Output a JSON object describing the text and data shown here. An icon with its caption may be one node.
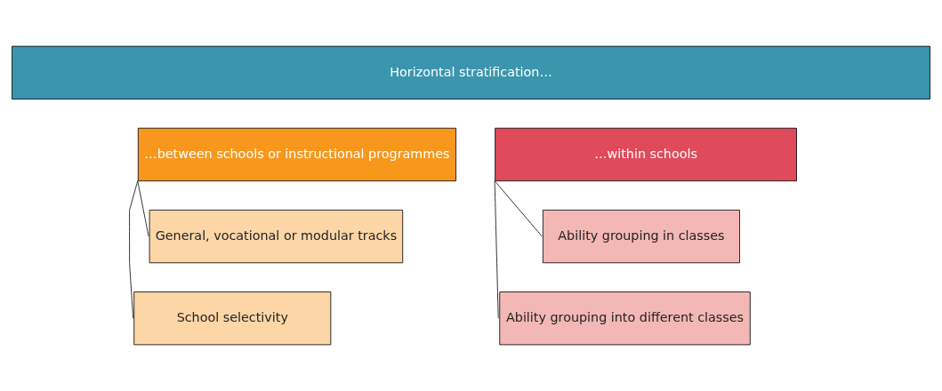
{
  "diagram": {
    "nodes": [
      {
        "text": [
          "Horizontal stratification…"
        ]
      },
      {
        "text": [
          "…between schools or instructional programmes"
        ]
      },
      {
        "text": [
          "…within schools"
        ]
      },
      {
        "text": [
          "General, vocational or modular tracks"
        ]
      },
      {
        "text": [
          "School selectivity"
        ]
      },
      {
        "text": [
          "Ability grouping in classes"
        ]
      },
      {
        "text": [
          "Ability grouping into different classes"
        ]
      }
    ],
    "edges": [
      {
        "from": 1,
        "to": 3,
        "arrow": "none"
      },
      {
        "from": 1,
        "to": 4,
        "arrow": "none"
      },
      {
        "from": 2,
        "to": 5,
        "arrow": "none"
      },
      {
        "from": 2,
        "to": 6,
        "arrow": "none"
      }
    ]
  }
}
